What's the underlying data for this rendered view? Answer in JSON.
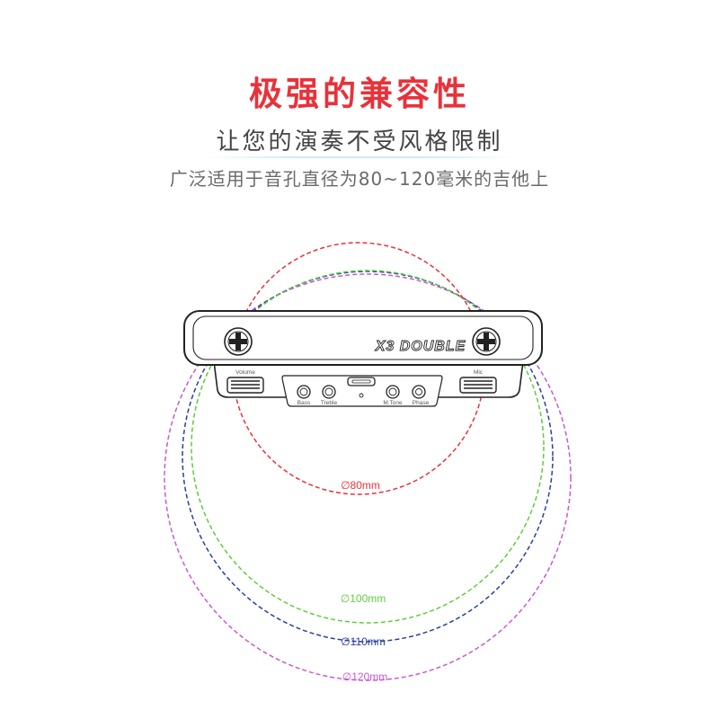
{
  "header": {
    "title": "极强的兼容性",
    "subtitle": "让您的演奏不受风格限制",
    "description": "广泛适用于音孔直径为80~120毫米的吉他上"
  },
  "device": {
    "brand_text": "X3 DOUBLE",
    "labels": {
      "volume": "Volume",
      "mic": "Mic",
      "bass": "Bass",
      "treble": "Treble",
      "mtone": "M.Tone",
      "phase": "Phase"
    },
    "body_color": "#ffffff",
    "stroke_color": "#222222"
  },
  "circles": [
    {
      "id": "c80",
      "label": "∅80mm",
      "diameter_mm": 80,
      "color": "#e8323a"
    },
    {
      "id": "c100",
      "label": "∅100mm",
      "diameter_mm": 100,
      "color": "#5ccf3a"
    },
    {
      "id": "c110",
      "label": "∅110mm",
      "diameter_mm": 110,
      "color": "#2a3f9e"
    },
    {
      "id": "c120",
      "label": "∅120mm",
      "diameter_mm": 120,
      "color": "#c75ad0"
    }
  ]
}
